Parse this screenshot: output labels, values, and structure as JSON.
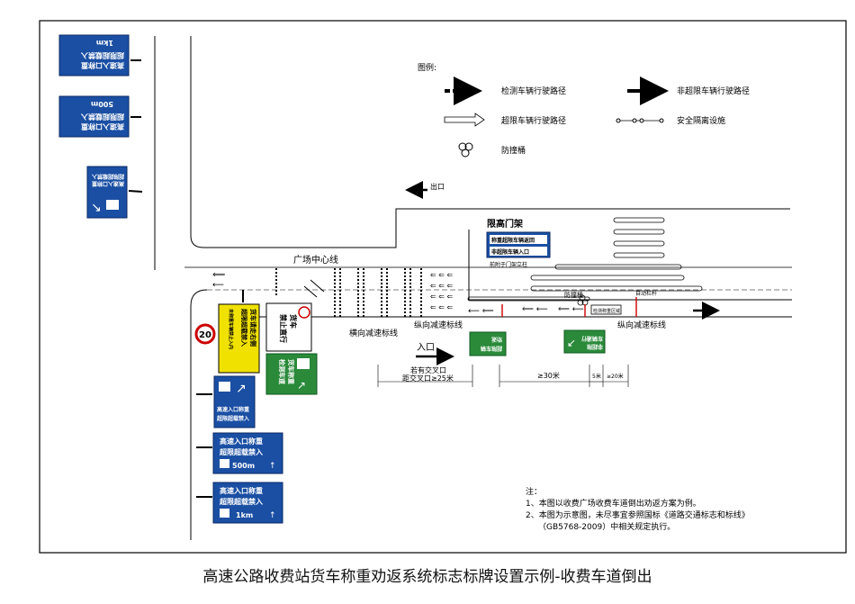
{
  "caption": "高速公路收费站货车称重劝返系统标志标牌设置示例-收费车道倒出",
  "legend": {
    "title": "图例:",
    "items": [
      {
        "label": "检测车辆行驶路径"
      },
      {
        "label": "非超限车辆行驶路径"
      },
      {
        "label": "超限车辆行驶路径"
      },
      {
        "label": "安全隔离设施"
      },
      {
        "label": "防撞桶"
      }
    ]
  },
  "labels": {
    "plaza_centerline": "广场中心线",
    "height_gantry": "限高门架",
    "gantry_note": "前附于门架立柱",
    "transverse_lines": "横向减速标线",
    "longitudinal_lines_1": "纵向减速标线",
    "longitudinal_lines_2": "纵向减速标线",
    "crash_barrel": "防撞桶",
    "auto_barrier": "自动栏杆",
    "weigh_zone": "检测称重区域",
    "entrance": "入口",
    "exit_top": "出口",
    "dim_intersection_1": "若有交叉口",
    "dim_intersection_2": "距交叉口≥25米",
    "dim_30m": "≥30米",
    "dim_5m": "5米",
    "dim_20m": "≥20米",
    "speed_limit": "20"
  },
  "signs": {
    "ramp_1km": {
      "line1": "高速入口称重",
      "line2": "超限超载禁入",
      "dist": "1km"
    },
    "ramp_500m": {
      "line1": "高速入口称重",
      "line2": "超限超载禁入",
      "dist": "500m"
    },
    "ramp_turn": {
      "line1": "高速入口称重",
      "line2": "超限超载禁入"
    },
    "truck_warning": {
      "line1": "货车请走右侧",
      "line2": "超限超载禁入",
      "line3": "未称重车辆禁止入内"
    },
    "weigh_sign": {
      "line1": "货车称重",
      "line2": "检测车道"
    },
    "truck_only": {
      "line1": "货车",
      "line2": "禁止直行"
    },
    "gantry_1": "称重超限车辆返回",
    "gantry_2": "非超限车辆入口",
    "green_1": {
      "line1": "超限车辆",
      "line2": "劝返"
    },
    "green_2": {
      "line1": "非超限",
      "line2": "车辆通行"
    }
  },
  "notes": {
    "title": "注：",
    "line1": "1、本图以收费广场收费车道倒出劝返方案为例。",
    "line2": "2、本图为示意图，未尽事宜参照国标《道路交通标志和标线》",
    "line3": "（GB5768-2009）中相关规定执行。"
  }
}
